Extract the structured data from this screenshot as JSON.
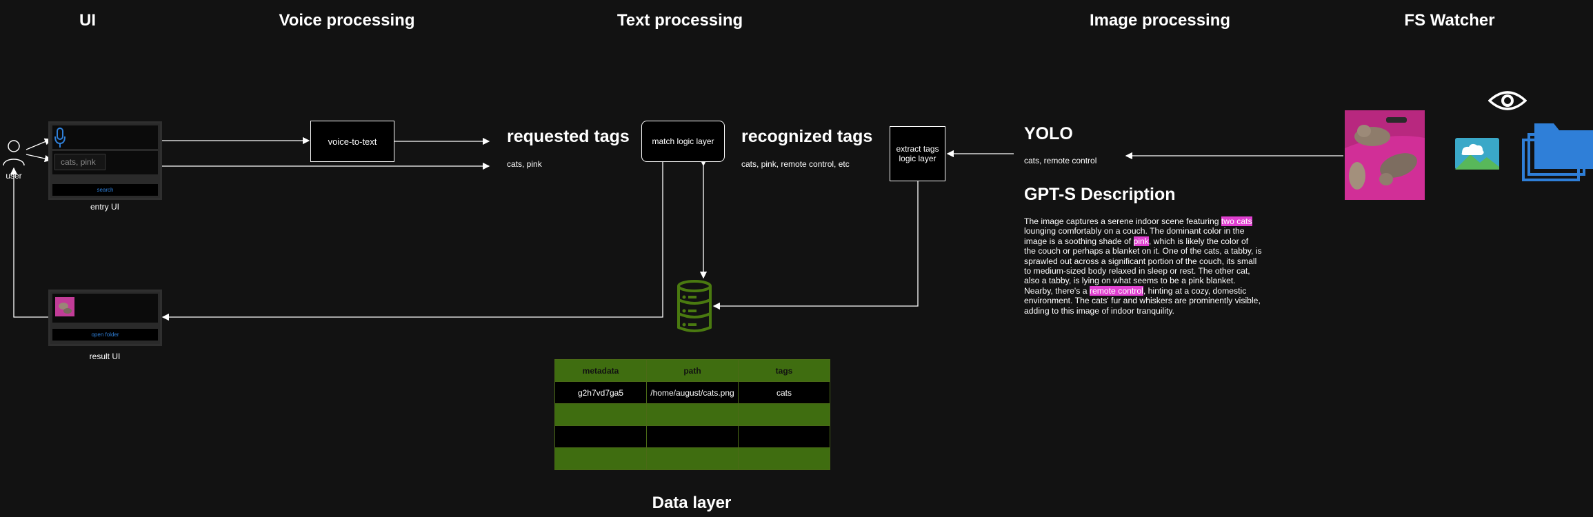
{
  "sections": {
    "ui": "UI",
    "voice": "Voice processing",
    "text": "Text processing",
    "image": "Image processing",
    "fs": "FS Watcher",
    "data": "Data layer"
  },
  "user_label": "user",
  "entry_ui": {
    "caption": "entry UI",
    "input_placeholder": "cats, pink",
    "search_button": "search"
  },
  "result_ui": {
    "caption": "result UI",
    "open_button": "open folder"
  },
  "voice_to_text": "voice-to-text",
  "requested": {
    "title": "requested tags",
    "value": "cats, pink"
  },
  "match_logic": "match logic layer",
  "recognized": {
    "title": "recognized tags",
    "value": "cats, pink, remote control, etc"
  },
  "extract_logic": "extract tags logic layer",
  "yolo": {
    "title": "YOLO",
    "value": "cats, remote control"
  },
  "gpt": {
    "title": "GPT-S Description",
    "parts": [
      "The image captures a serene indoor scene featuring ",
      "two cats",
      " lounging comfortably on a couch. The dominant color in the image is a soothing shade of ",
      "pink",
      ", which is likely the color of the couch or perhaps a blanket on it. One of the cats, a tabby, is sprawled out across a significant portion of the couch, its small to medium-sized body relaxed in sleep or rest. The other cat, also a tabby, is lying on what seems to be a pink blanket. Nearby, there's a ",
      "remote control",
      ", hinting at a cozy, domestic environment. The cats' fur and whiskers are prominently visible, adding to this image of indoor tranquility."
    ]
  },
  "table": {
    "headers": [
      "metadata",
      "path",
      "tags"
    ],
    "rows": [
      [
        "g2h7vd7ga5",
        "/home/august/cats.png",
        "cats"
      ]
    ]
  },
  "colors": {
    "accent": "#2f7fd8",
    "db_green": "#4a7a10",
    "highlight": "#e040d0",
    "background": "#121212"
  }
}
